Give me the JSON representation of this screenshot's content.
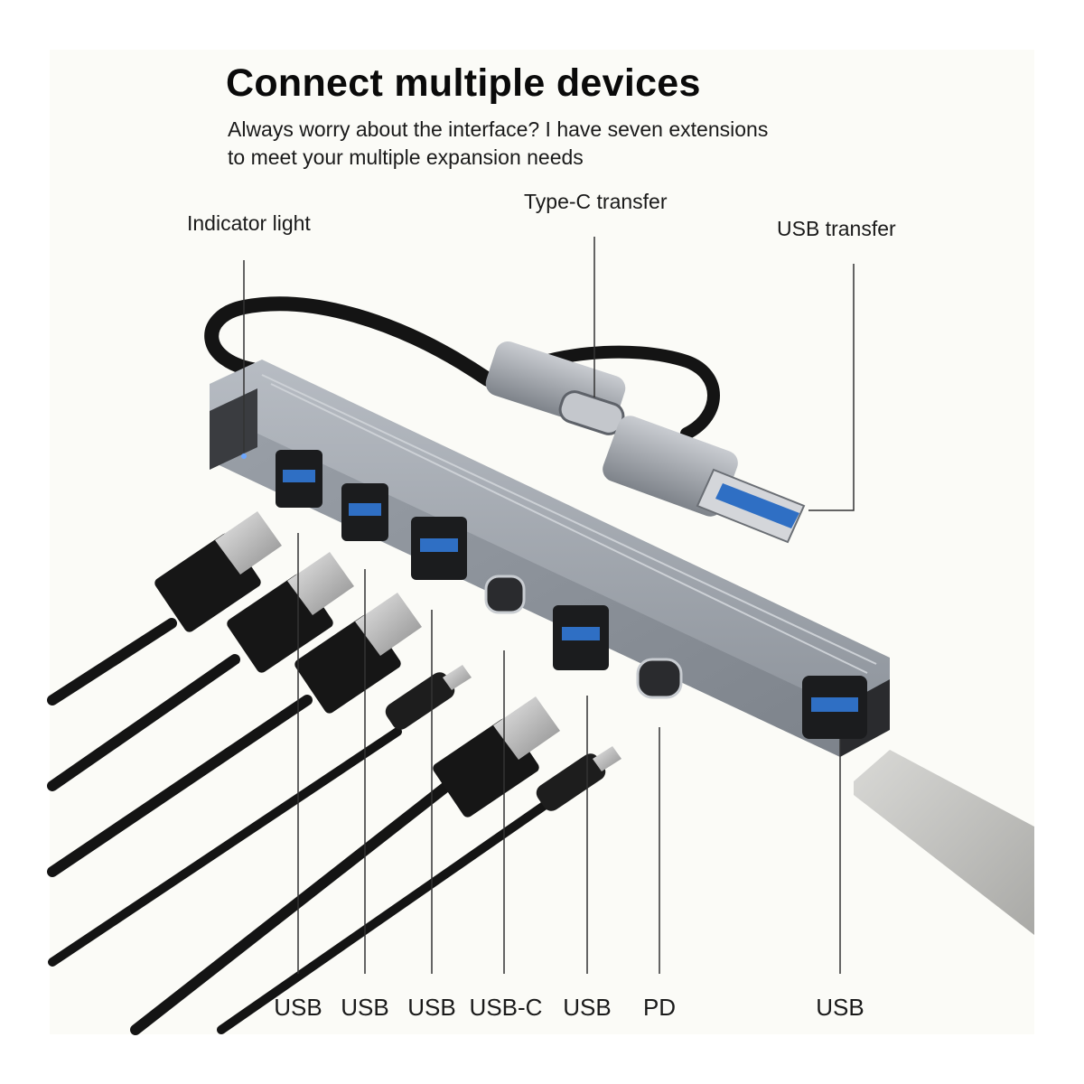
{
  "header": {
    "title": "Connect multiple devices",
    "subtitle_line1": "Always worry about the interface? I have seven extensions",
    "subtitle_line2": "to meet your multiple expansion needs"
  },
  "callouts": {
    "indicator": "Indicator light",
    "type_c": "Type-C transfer",
    "usb": "USB transfer"
  },
  "ports": {
    "p1": "USB",
    "p2": "USB",
    "p3": "USB",
    "p4": "USB-C",
    "p5": "USB",
    "p6": "PD",
    "p7": "USB"
  },
  "colors": {
    "hub_body": "#8a9099",
    "usb_tongue": "#2f6fc4",
    "cable": "#141414"
  }
}
